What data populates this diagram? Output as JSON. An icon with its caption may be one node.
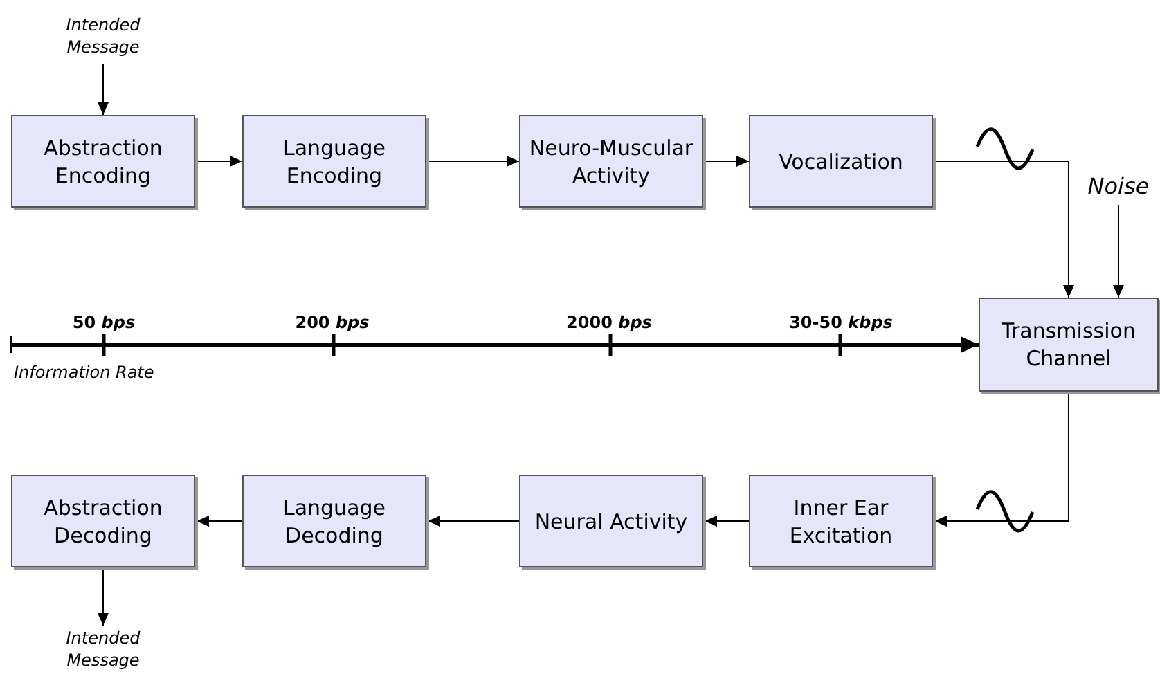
{
  "diagram": {
    "nodes": [
      {
        "text": [
          "Intended Message"
        ]
      },
      {
        "text": [
          "Abstraction Encoding"
        ]
      },
      {
        "text": [
          "Language Encoding"
        ]
      },
      {
        "text": [
          "Neuro-Muscular Activity"
        ]
      },
      {
        "text": [
          "Vocalization"
        ]
      },
      {
        "text": [
          "Noise"
        ]
      },
      {
        "text": [
          "Transmission Channel"
        ]
      },
      {
        "text": [
          "Inner Ear Excitation"
        ]
      },
      {
        "text": [
          "Neural Activity"
        ]
      },
      {
        "text": [
          "Language Decoding"
        ]
      },
      {
        "text": [
          "Abstraction Decoding"
        ]
      },
      {
        "text": [
          "Intended Message"
        ]
      }
    ],
    "edges": [
      {
        "from": 0,
        "to": 1,
        "arrow": "to"
      },
      {
        "from": 1,
        "to": 2,
        "arrow": "to"
      },
      {
        "from": 2,
        "to": 3,
        "arrow": "to"
      },
      {
        "from": 3,
        "to": 4,
        "arrow": "to"
      },
      {
        "from": 4,
        "to": 6,
        "arrow": "to"
      },
      {
        "from": 5,
        "to": 6,
        "arrow": "to"
      },
      {
        "from": null,
        "to": 6,
        "arrow": "to",
        "style": "thick"
      },
      {
        "from": 6,
        "to": 7,
        "arrow": "to"
      },
      {
        "from": 7,
        "to": 8,
        "arrow": "to"
      },
      {
        "from": 8,
        "to": 9,
        "arrow": "to"
      },
      {
        "from": 9,
        "to": 10,
        "arrow": "to"
      },
      {
        "from": 10,
        "to": 11,
        "arrow": "to"
      }
    ],
    "labels": [
      "50 *bps*",
      "200 *bps*",
      "2000 *bps*",
      "30-50 *kbps*",
      "Information Rate"
    ]
  }
}
